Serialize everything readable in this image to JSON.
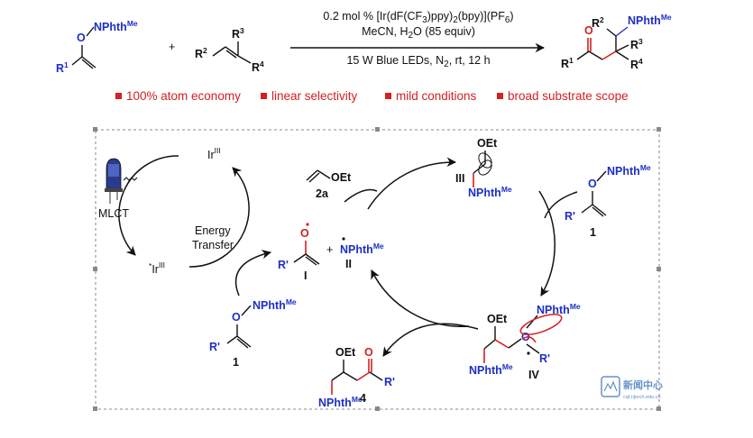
{
  "reaction": {
    "conditions_line1": "0.2 mol % [Ir(dF(CF3)ppy)2(bpy)](PF6)",
    "conditions_line2": "MeCN, H2O (85 equiv)",
    "conditions_line3": "15 W Blue LEDs, N2, rt, 12 h",
    "plus": "+",
    "reactant1": {
      "npht": "NPhth",
      "me": "Me",
      "o": "O",
      "r": "R",
      "r_sub": "1"
    },
    "reactant2": {
      "r2": "R",
      "r2_sub": "2",
      "r3": "R",
      "r3_sub": "3",
      "r4": "R",
      "r4_sub": "4"
    },
    "product": {
      "o": "O",
      "r1": "R",
      "r1_sub": "1",
      "r2": "R",
      "r2_sub": "2",
      "r3": "R",
      "r3_sub": "3",
      "r4": "R",
      "r4_sub": "4",
      "npht": "NPhth",
      "me": "Me"
    }
  },
  "highlights": [
    "100% atom economy",
    "linear selectivity",
    "mild conditions",
    "broad substrate scope"
  ],
  "mechanism": {
    "ir_top": "Ir",
    "ir_top_sup": "III",
    "ir_bottom_star": "*",
    "ir_bottom": "Ir",
    "ir_bottom_sup": "III",
    "mlct": "MLCT",
    "energy": "Energy",
    "transfer": "Transfer",
    "compound_1_label": "1",
    "compound_2a_label": "2a",
    "radical_I_label": "I",
    "radical_II_label": "II",
    "radical_III_label": "III",
    "radical_IV_label": "IV",
    "product_4_label": "4",
    "oet": "OEt",
    "npht": "NPhth",
    "me": "Me",
    "o": "O",
    "rprime": "R'",
    "plus": "+"
  },
  "watermark": {
    "text_cn": "新闻中心",
    "text_url": "cqt.njtech.edu.cn"
  },
  "colors": {
    "highlight_red": "#d42020",
    "blue": "#1d2fc7",
    "black": "#111111",
    "frame_gray": "#888888"
  }
}
